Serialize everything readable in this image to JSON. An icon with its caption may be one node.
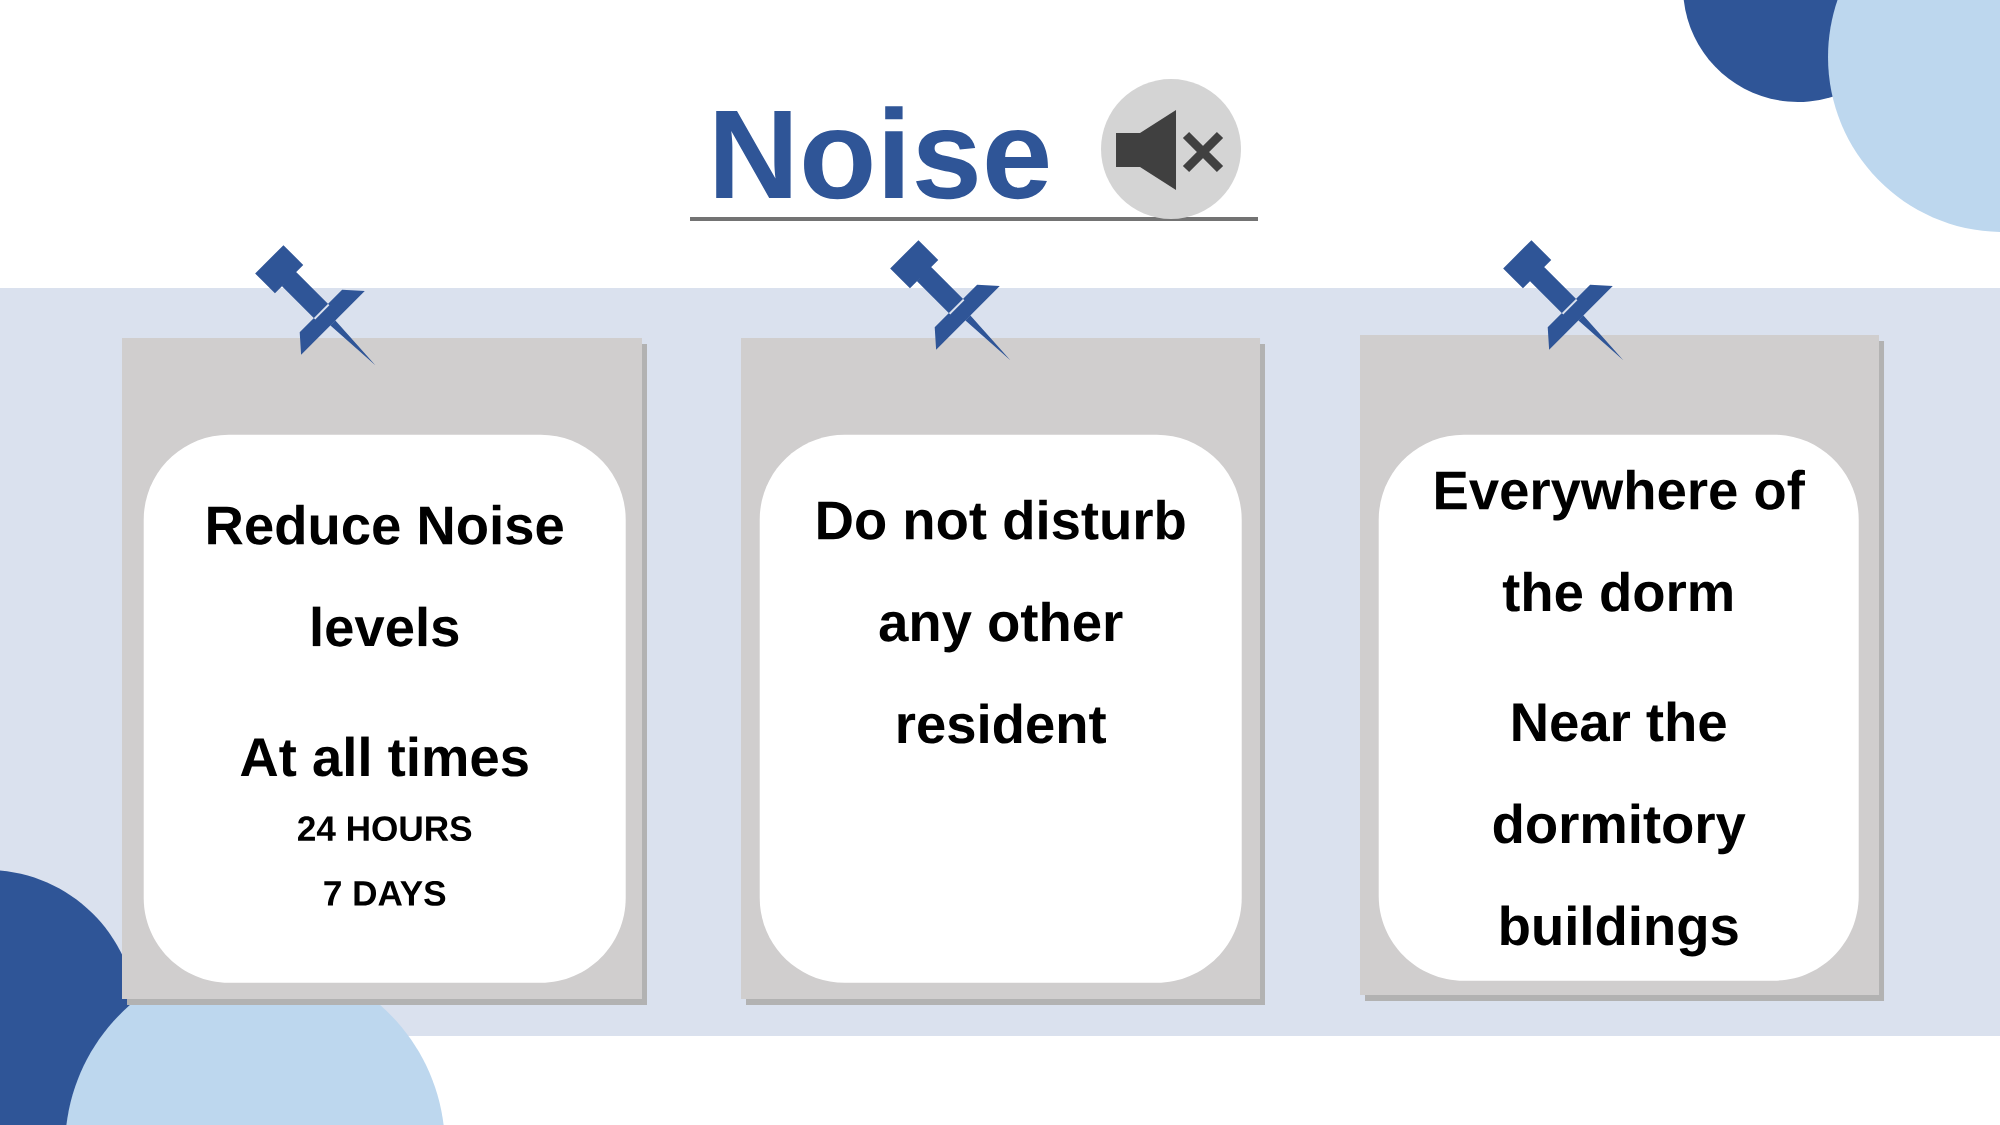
{
  "diagram": {
    "title": "Noise",
    "nodes": [
      {
        "text": [
          "Reduce Noise levels",
          "At all times",
          "24 HOURS",
          "7 DAYS"
        ]
      },
      {
        "text": [
          "Do not disturb any other resident"
        ]
      },
      {
        "text": [
          "Everywhere of the dorm",
          "Near the dormitory buildings"
        ]
      }
    ]
  }
}
